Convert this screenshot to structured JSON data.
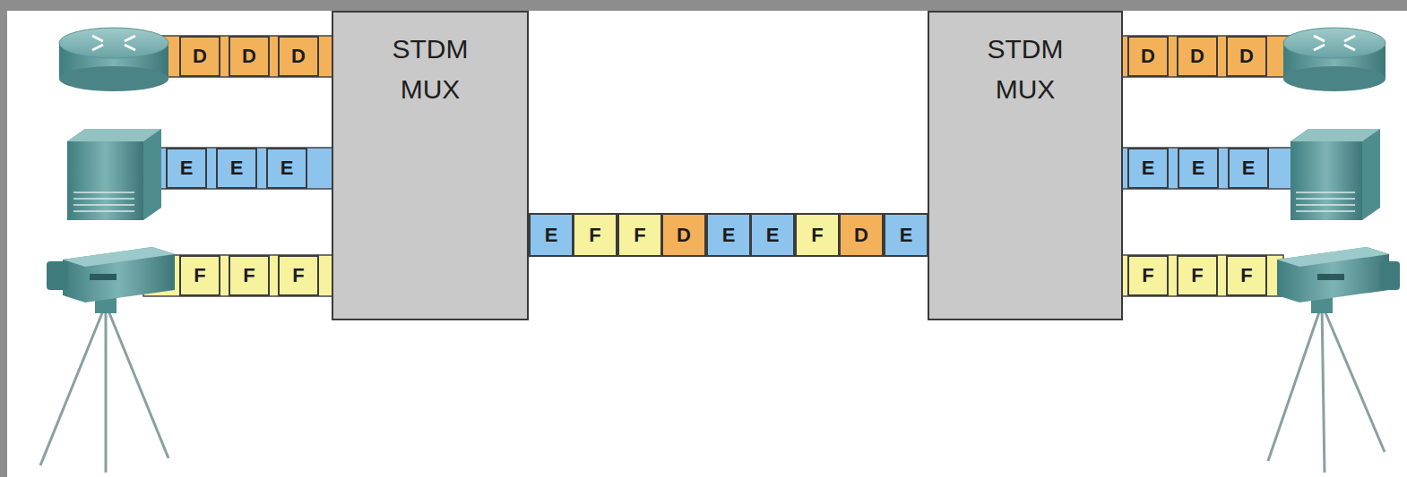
{
  "diagram": {
    "nodes": [
      {
        "text": [
          "STDM MUX"
        ]
      },
      {
        "text": [
          "STDM MUX"
        ]
      },
      {
        "text": [
          "D"
        ]
      },
      {
        "text": [
          "D"
        ]
      },
      {
        "text": [
          "D"
        ]
      },
      {
        "text": [
          "D"
        ]
      },
      {
        "text": [
          "D"
        ]
      },
      {
        "text": [
          "D"
        ]
      },
      {
        "text": [
          "E"
        ]
      },
      {
        "text": [
          "E"
        ]
      },
      {
        "text": [
          "E"
        ]
      },
      {
        "text": [
          "E"
        ]
      },
      {
        "text": [
          "E"
        ]
      },
      {
        "text": [
          "E"
        ]
      },
      {
        "text": [
          "E"
        ]
      },
      {
        "text": [
          "F"
        ]
      },
      {
        "text": [
          "F"
        ]
      },
      {
        "text": [
          "D"
        ]
      },
      {
        "text": [
          "E"
        ]
      },
      {
        "text": [
          "E"
        ]
      },
      {
        "text": [
          "F"
        ]
      },
      {
        "text": [
          "D"
        ]
      },
      {
        "text": [
          "E"
        ]
      },
      {
        "text": [
          "F"
        ]
      },
      {
        "text": [
          "F"
        ]
      },
      {
        "text": [
          "F"
        ]
      },
      {
        "text": [
          "F"
        ]
      },
      {
        "text": [
          "F"
        ]
      },
      {
        "text": [
          "F"
        ]
      }
    ]
  }
}
